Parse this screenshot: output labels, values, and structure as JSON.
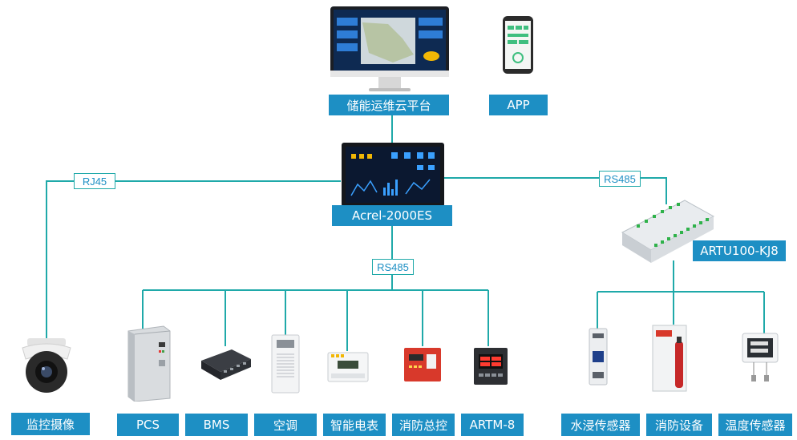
{
  "colors": {
    "label_bg": "#1d8fc4",
    "wire": "#1fa9a9",
    "tag_text": "#1d8fc4"
  },
  "top": {
    "cloud_label": "储能运维云平台",
    "app_label": "APP"
  },
  "center": {
    "label": "Acrel-2000ES"
  },
  "links": {
    "left_protocol": "RJ45",
    "right_protocol": "RS485",
    "bottom_protocol": "RS485"
  },
  "gateway": {
    "label": "ARTU100-KJ8"
  },
  "devices": {
    "camera": "监控摄像",
    "pcs": "PCS",
    "bms": "BMS",
    "ac": "空调",
    "meter": "智能电表",
    "fire_panel": "消防总控",
    "artm": "ARTM-8",
    "water": "水浸传感器",
    "fire_equipment": "消防设备",
    "temp": "温度传感器"
  }
}
